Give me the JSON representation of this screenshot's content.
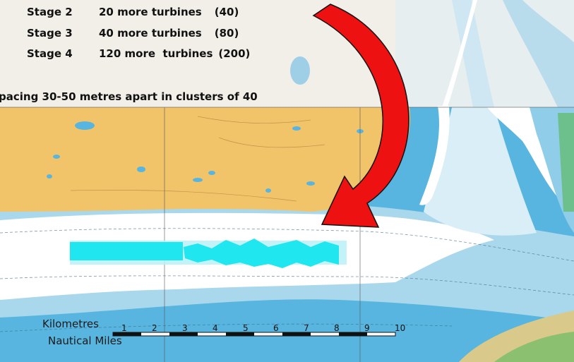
{
  "stages": [
    {
      "label": "Stage 2",
      "desc": "20 more turbines",
      "total": "(40)"
    },
    {
      "label": "Stage 3",
      "desc": "40 more turbines",
      "total": "(80)"
    },
    {
      "label": "Stage 4",
      "desc": "120 more  turbines",
      "total": "(200)"
    }
  ],
  "spacing_note": "pacing 30-50 metres apart in clusters of 40",
  "scale": {
    "km_label": "Kilometres",
    "nm_label": "Nautical Miles",
    "km_ticks": [
      "1",
      "2",
      "3",
      "4",
      "5",
      "6",
      "7",
      "8",
      "9",
      "10"
    ]
  },
  "colors": {
    "land": "#f2c46a",
    "shallow": "#a9d7ec",
    "deep": "#ffffff",
    "sea": "#57b5df",
    "arrow": "#ee1111",
    "turbine_zone": "#20e6ef"
  },
  "icons": [
    "curved-arrow-icon"
  ]
}
